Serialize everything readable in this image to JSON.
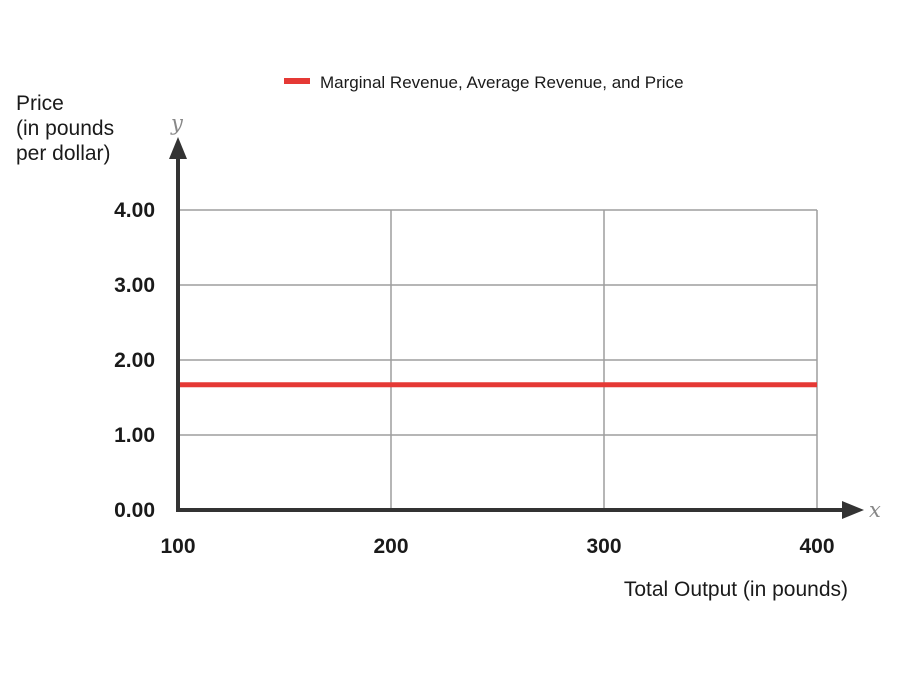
{
  "chart_data": {
    "type": "line",
    "x": [
      100,
      400
    ],
    "series": [
      {
        "name": "Marginal Revenue, Average Revenue, and Price",
        "values": [
          1.67,
          1.67
        ],
        "color": "#e53935"
      }
    ],
    "xlim": [
      100,
      400
    ],
    "ylim": [
      0,
      4
    ],
    "x_ticks": [
      100,
      200,
      300,
      400
    ],
    "x_tick_labels": [
      "100",
      "200",
      "300",
      "400"
    ],
    "y_ticks": [
      0,
      1,
      2,
      3,
      4
    ],
    "y_tick_labels": [
      "0.00",
      "1.00",
      "2.00",
      "3.00",
      "4.00"
    ],
    "xlabel": "Total Output (in pounds)",
    "ylabel_lines": [
      "Price",
      "(in pounds",
      "per dollar)"
    ],
    "x_axis_symbol": "x",
    "y_axis_symbol": "y",
    "grid": true,
    "legend_position": "top-center",
    "grid_color": "#9e9e9e",
    "axis_color": "#333333"
  }
}
